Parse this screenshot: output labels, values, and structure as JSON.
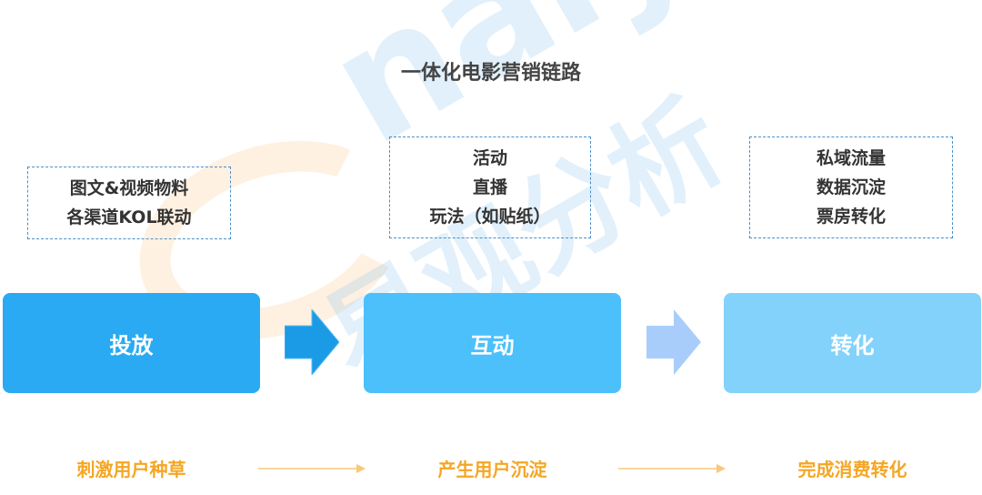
{
  "title": "一体化电影营销链路",
  "watermark": {
    "latin": "nalysys",
    "cjk": "易观分析"
  },
  "stages": [
    {
      "label": "投放",
      "notes": [
        "图文&视频物料",
        "各渠道KOL联动"
      ],
      "outcome": "刺激用户种草",
      "color": "#2aaaf2"
    },
    {
      "label": "互动",
      "notes": [
        "活动",
        "直播",
        "玩法（如贴纸）"
      ],
      "outcome": "产生用户沉淀",
      "color": "#4cc0fb"
    },
    {
      "label": "转化",
      "notes": [
        "私域流量",
        "数据沉淀",
        "票房转化"
      ],
      "outcome": "完成消费转化",
      "color": "#83d2fb"
    }
  ],
  "colors": {
    "arrow_1": "#1b9be6",
    "arrow_2": "#a9cdfb",
    "outcome_text": "#f5a623",
    "note_border": "#4a8fc8"
  }
}
